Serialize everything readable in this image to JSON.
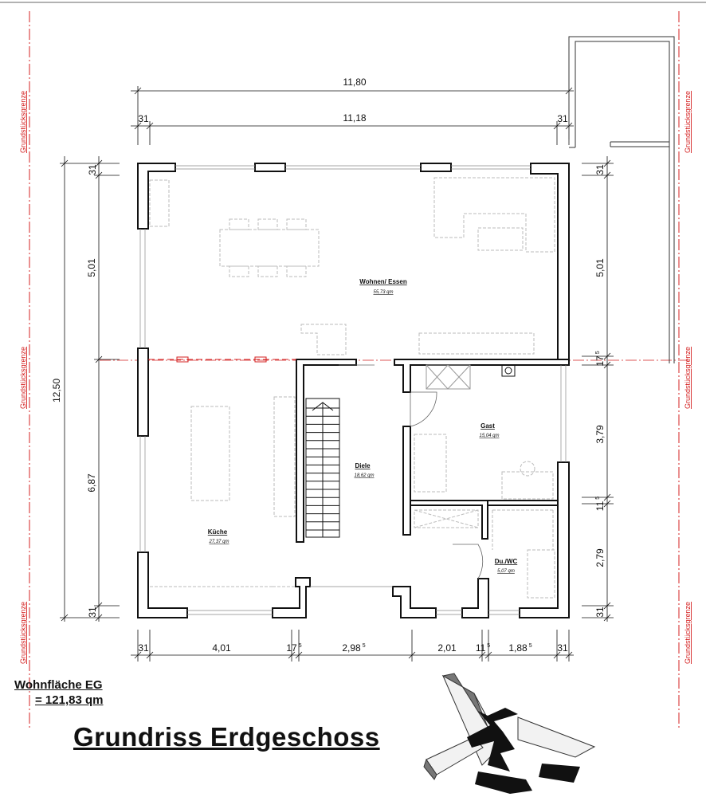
{
  "title": "Grundriss Erdgeschoss",
  "wohnflaeche": {
    "label": "Wohnfläche EG",
    "value": "= 121,83 qm"
  },
  "boundary_label": "Grundstücksgrenze",
  "rooms": [
    {
      "name": "Wohnen/ Essen",
      "area": "55,73 qm"
    },
    {
      "name": "Gast",
      "area": "15,04 qm"
    },
    {
      "name": "Diele",
      "area": "18,62 qm"
    },
    {
      "name": "Küche",
      "area": "27,37 qm"
    },
    {
      "name": "Du./WC",
      "area": "5,07 qm"
    }
  ],
  "dims_top": {
    "overall": "11,80",
    "inner": "11,18",
    "left_wall": "31",
    "right_wall": "31"
  },
  "dims_left": {
    "overall": "12,50",
    "upper": "5,01",
    "lower": "6,87",
    "top_wall": "31",
    "bottom_wall": "31"
  },
  "dims_right": [
    {
      "value": "31"
    },
    {
      "value": "5,01"
    },
    {
      "value": "17",
      "sup": "5"
    },
    {
      "value": "3,79"
    },
    {
      "value": "11",
      "sup": "5"
    },
    {
      "value": "2,79"
    },
    {
      "value": "31"
    }
  ],
  "dims_bottom": [
    {
      "value": "31"
    },
    {
      "value": "4,01"
    },
    {
      "value": "17",
      "sup": "5"
    },
    {
      "value": "2,98",
      "sup": "5"
    },
    {
      "value": "2,01"
    },
    {
      "value": "11",
      "sup": "5"
    },
    {
      "value": "1,88",
      "sup": "5"
    },
    {
      "value": "31"
    }
  ],
  "colors": {
    "walls": "#111111",
    "boundary": "#d42020",
    "furniture": "#bbbbbb"
  }
}
